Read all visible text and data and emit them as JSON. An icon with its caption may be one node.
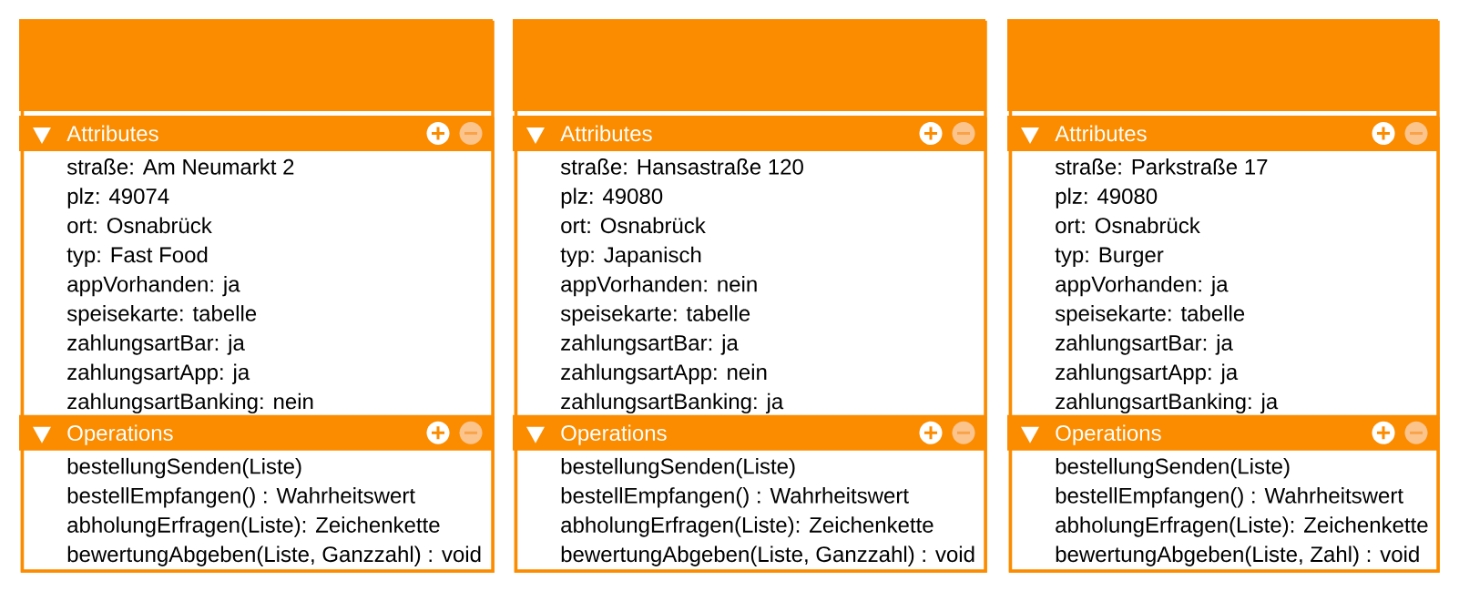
{
  "diagram": {
    "nodes": [
      {
        "text": [],
        "shape": "box"
      },
      {
        "text": [
          "Attributes",
          "straße: Am Neumarkt 2",
          "plz: 49074",
          "ort: Osnabrück",
          "typ: Fast Food",
          "appVorhanden: ja",
          "speisekarte: tabelle",
          "zahlungsartBar: ja",
          "zahlungsartApp: ja",
          "zahlungsartBanking: nein"
        ],
        "in": 0
      },
      {
        "text": [
          "Operations",
          "bestellungSenden(Liste)",
          "bestellEmpfangen() : Wahrheitswert",
          "abholungErfragen(Liste): Zeichenkette",
          "bewertungAbgeben(Liste, Ganzzahl) : void"
        ],
        "in": 0
      },
      {
        "text": [],
        "shape": "box"
      },
      {
        "text": [
          "Attributes",
          "straße: Hansastraße 120",
          "plz: 49080",
          "ort: Osnabrück",
          "typ: Japanisch",
          "appVorhanden: nein",
          "speisekarte: tabelle",
          "zahlungsartBar: ja",
          "zahlungsartApp: nein",
          "zahlungsartBanking: ja"
        ],
        "in": 3
      },
      {
        "text": [
          "Operations",
          "bestellungSenden(Liste)",
          "bestellEmpfangen() : Wahrheitswert",
          "abholungErfragen(Liste): Zeichenkette",
          "bewertungAbgeben(Liste, Ganzzahl) : void"
        ],
        "in": 3
      },
      {
        "text": [],
        "shape": "box"
      },
      {
        "text": [
          "Attributes",
          "straße: Parkstraße 17",
          "plz: 49080",
          "ort: Osnabrück",
          "typ: Burger",
          "appVorhanden: ja",
          "speisekarte: tabelle",
          "zahlungsartBar: ja",
          "zahlungsartApp: ja",
          "zahlungsartBanking: ja"
        ],
        "in": 6
      },
      {
        "text": [
          "Operations",
          "bestellungSenden(Liste)",
          "bestellEmpfangen() : Wahrheitswert",
          "abholungErfragen(Liste): Zeichenkette",
          "bewertungAbgeben(Liste, Zahl) : void"
        ],
        "in": 6
      }
    ]
  }
}
